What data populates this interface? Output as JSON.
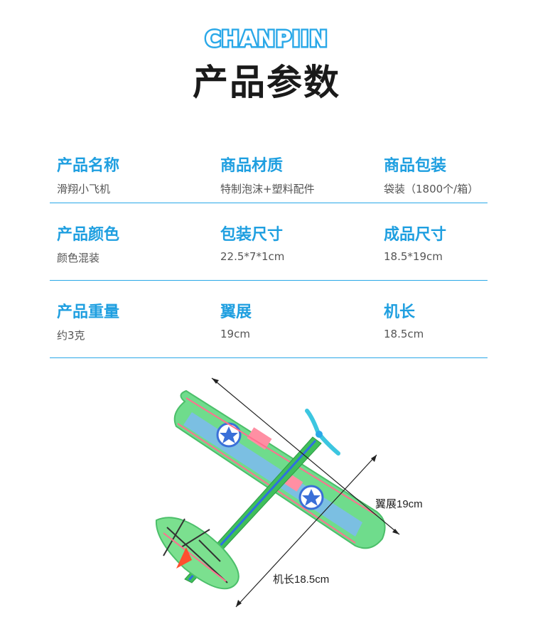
{
  "brand": "CHANPIIN",
  "title": "产品参数",
  "params": [
    [
      {
        "label": "产品名称",
        "value": "滑翔小飞机"
      },
      {
        "label": "商品材质",
        "value": "特制泡沫+塑料配件"
      },
      {
        "label": "商品包装",
        "value": "袋装（1800个/箱）"
      }
    ],
    [
      {
        "label": "产品颜色",
        "value": "颜色混装"
      },
      {
        "label": "包装尺寸",
        "value": "22.5*7*1cm"
      },
      {
        "label": "成品尺寸",
        "value": "18.5*19cm"
      }
    ],
    [
      {
        "label": "产品重量",
        "value": "约3克"
      },
      {
        "label": "翼展",
        "value": "19cm"
      },
      {
        "label": "机长",
        "value": "18.5cm"
      }
    ]
  ],
  "diagram": {
    "wingspan_label": "翼展19cm",
    "length_label": "机长18.5cm"
  }
}
